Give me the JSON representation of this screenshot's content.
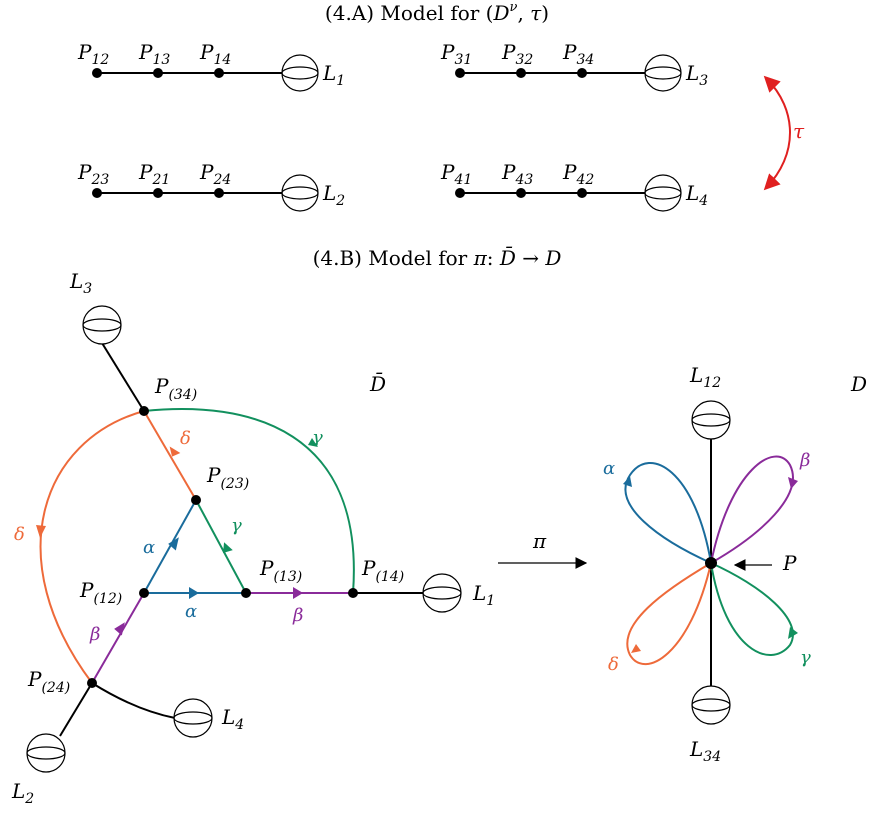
{
  "captions": {
    "a_prefix": "(4.A) Model for (",
    "a_D": "D",
    "a_nu": "ν",
    "a_mid": ", ",
    "a_tau": "τ",
    "a_suffix": ")",
    "b_prefix": "(4.B) Model for ",
    "b_pi": "π",
    "b_colon": ": ",
    "b_Dbar": "D̄",
    "b_arrow": " → ",
    "b_D": "D"
  },
  "model_a": {
    "rows": [
      {
        "points": [
          {
            "base": "P",
            "sub": "12"
          },
          {
            "base": "P",
            "sub": "13"
          },
          {
            "base": "P",
            "sub": "14"
          }
        ],
        "sphere": {
          "base": "L",
          "sub": "1"
        }
      },
      {
        "points": [
          {
            "base": "P",
            "sub": "31"
          },
          {
            "base": "P",
            "sub": "32"
          },
          {
            "base": "P",
            "sub": "34"
          }
        ],
        "sphere": {
          "base": "L",
          "sub": "3"
        }
      },
      {
        "points": [
          {
            "base": "P",
            "sub": "23"
          },
          {
            "base": "P",
            "sub": "21"
          },
          {
            "base": "P",
            "sub": "24"
          }
        ],
        "sphere": {
          "base": "L",
          "sub": "2"
        }
      },
      {
        "points": [
          {
            "base": "P",
            "sub": "41"
          },
          {
            "base": "P",
            "sub": "43"
          },
          {
            "base": "P",
            "sub": "42"
          }
        ],
        "sphere": {
          "base": "L",
          "sub": "4"
        }
      }
    ],
    "involution": "τ"
  },
  "model_b": {
    "dbar_label": "D̄",
    "d_label": "D",
    "map_label": "π",
    "nodes": {
      "p34": {
        "base": "P",
        "sub": "(34)"
      },
      "p23": {
        "base": "P",
        "sub": "(23)"
      },
      "p12": {
        "base": "P",
        "sub": "(12)"
      },
      "p13": {
        "base": "P",
        "sub": "(13)"
      },
      "p14": {
        "base": "P",
        "sub": "(14)"
      },
      "p24": {
        "base": "P",
        "sub": "(24)"
      }
    },
    "spheres": {
      "l1": {
        "base": "L",
        "sub": "1"
      },
      "l2": {
        "base": "L",
        "sub": "2"
      },
      "l3": {
        "base": "L",
        "sub": "3"
      },
      "l4": {
        "base": "L",
        "sub": "4"
      },
      "l12": {
        "base": "L",
        "sub": "12"
      },
      "l34": {
        "base": "L",
        "sub": "34"
      }
    },
    "point_P": "P",
    "edge_labels": {
      "alpha": "α",
      "beta": "β",
      "gamma": "γ",
      "delta": "δ"
    }
  },
  "colors": {
    "alpha": "#1a6c9c",
    "beta": "#8a2b9a",
    "gamma": "#12905e",
    "delta": "#ee6a3a",
    "tau": "#e02020",
    "line": "#000000"
  }
}
